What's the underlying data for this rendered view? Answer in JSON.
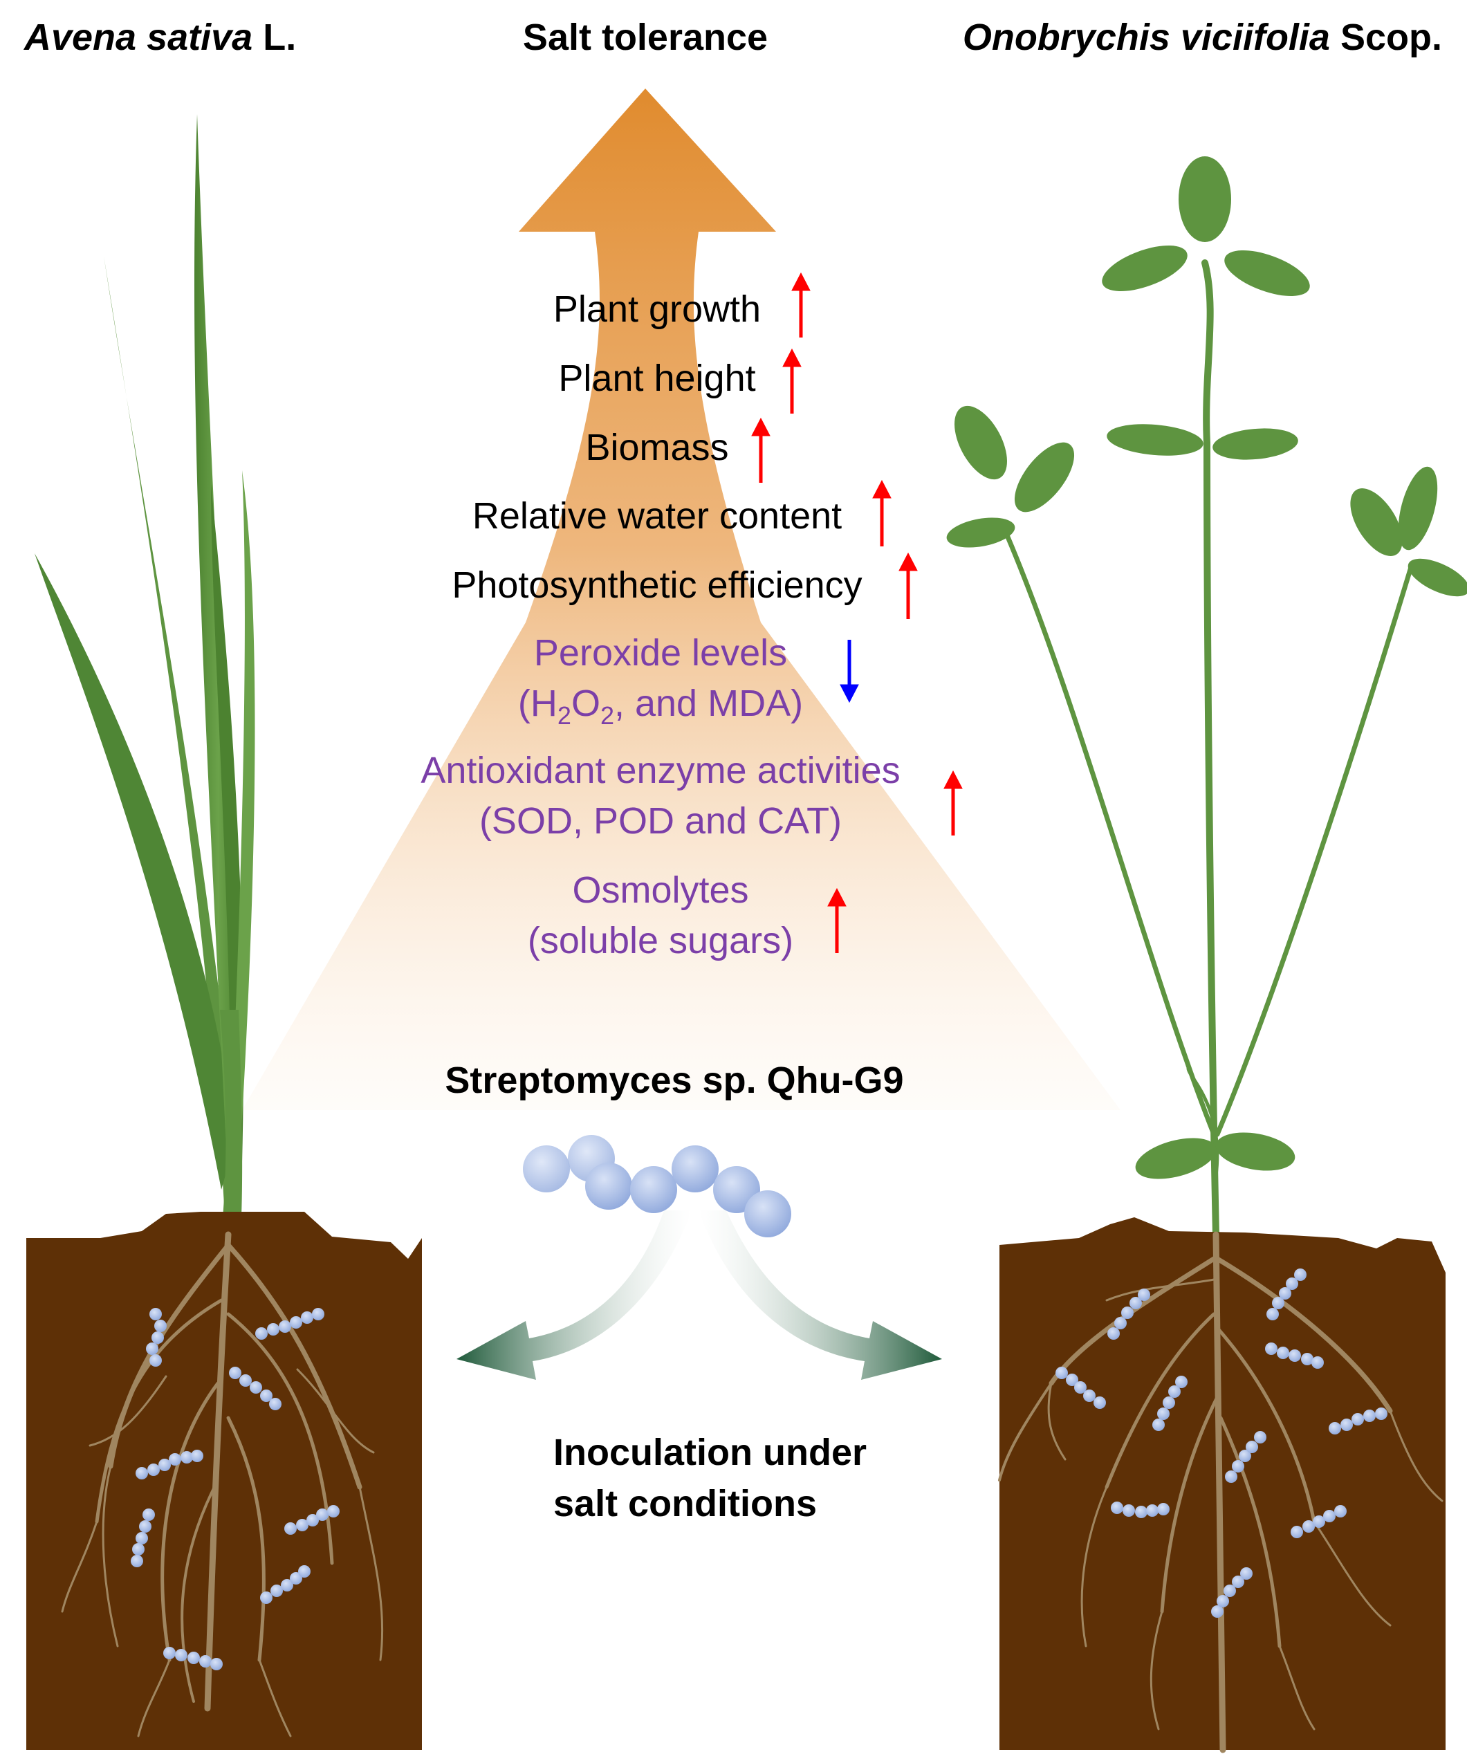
{
  "header": {
    "left_plant_italic": "Avena sativa",
    "left_plant_suffix": " L.",
    "center_title": "Salt tolerance",
    "right_plant_italic": "Onobrychis viciifolia",
    "right_plant_suffix": " Scop."
  },
  "effects": [
    {
      "label": "Plant growth",
      "direction": "up"
    },
    {
      "label": "Plant height",
      "direction": "up"
    },
    {
      "label": "Biomass",
      "direction": "up"
    },
    {
      "label": "Relative water content",
      "direction": "up"
    },
    {
      "label": "Photosynthetic efficiency",
      "direction": "up"
    }
  ],
  "mechanisms": {
    "peroxide": {
      "line1": "Peroxide levels",
      "line2_pre": "(H",
      "sub1": "2",
      "mid": "O",
      "sub2": "2",
      "line2_post": ", and MDA)",
      "direction": "down"
    },
    "antioxidant": {
      "line1": "Antioxidant enzyme activities",
      "line2": "(SOD, POD and CAT)",
      "direction": "up"
    },
    "osmolytes": {
      "line1": "Osmolytes",
      "line2": "(soluble sugars)",
      "direction": "up"
    }
  },
  "bacterium_label": "Streptomyces sp. Qhu-G9",
  "inoculation": {
    "line1": "Inoculation under",
    "line2": "salt conditions"
  },
  "colors": {
    "arrow_orange": "#E08B2E",
    "text_purple": "#7B3FA8",
    "arrow_up_red": "#FF0000",
    "arrow_down_blue": "#0000FF",
    "leaf_green": "#5E9440",
    "soil_brown": "#5E3006",
    "root_tan": "#A08660",
    "bead_blue": "#A9BDE6",
    "inoc_arrow_green": "#1F5A3A"
  }
}
